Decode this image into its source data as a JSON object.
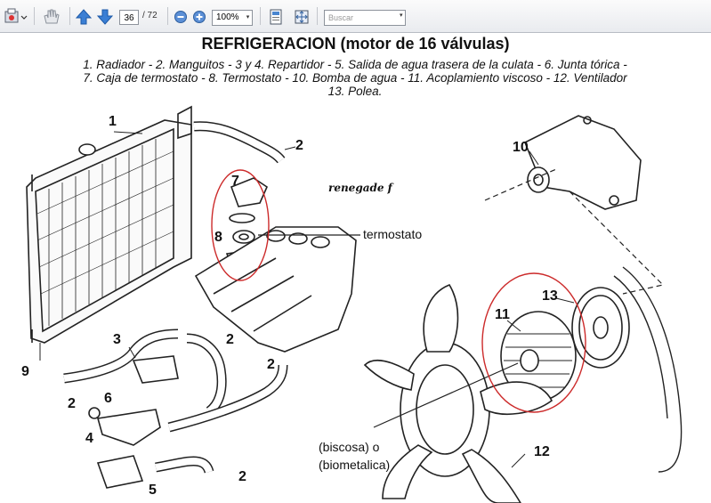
{
  "toolbar": {
    "current_page": "36",
    "page_total": "/ 72",
    "zoom": "100%",
    "search_placeholder": "Buscar",
    "dropdown_glyph": "▾",
    "icons": [
      "printer-options-icon",
      "hand-tool-icon",
      "prev-page-icon",
      "next-page-icon",
      "zoom-out-icon",
      "zoom-in-icon",
      "fit-page-icon",
      "fit-width-icon"
    ]
  },
  "document": {
    "title": "REFRIGERACION (motor de 16 válvulas)",
    "legend_line1": "1. Radiador - 2. Manguitos - 3 y 4. Repartidor - 5. Salida de agua trasera de la culata - 6. Junta tórica -",
    "legend_line2": "7. Caja de termostato - 8. Termostato - 10. Bomba de agua - 11. Acoplamiento viscoso - 12. Ventilador",
    "legend_line3": "13. Polea.",
    "watermark": "renegade f",
    "annotation_termostato": "termostato",
    "annotation_biscosa": "(biscosa) o",
    "annotation_biometalica": "(biometalica)",
    "part_labels": {
      "n1": "1",
      "n2a": "2",
      "n2b": "2",
      "n2c": "2",
      "n2d": "2",
      "n2e": "2",
      "n3": "3",
      "n4": "4",
      "n5": "5",
      "n6": "6",
      "n7": "7",
      "n8": "8",
      "n9": "9",
      "n10": "10",
      "n11": "11",
      "n12": "12",
      "n13": "13"
    },
    "highlight_color": "#cc2a2a"
  }
}
